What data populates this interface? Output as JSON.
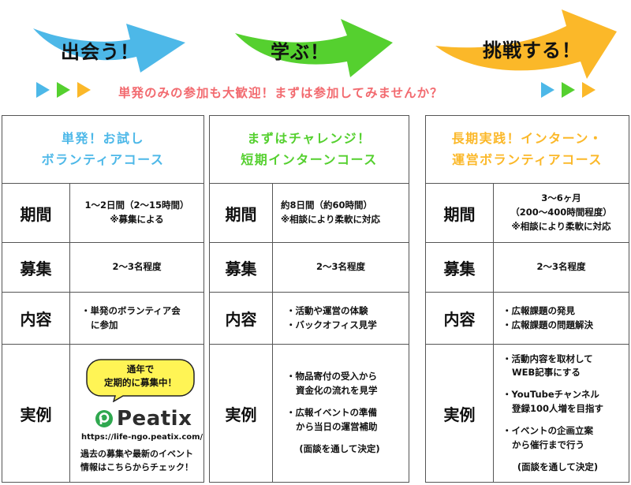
{
  "colors": {
    "blue": "#4db8e8",
    "green": "#55d02f",
    "orange": "#fbb829",
    "pink": "#f26a6f",
    "peatix_green": "#2fa84f"
  },
  "header": {
    "arrows": [
      {
        "label": "出会う！",
        "color": "#4db8e8"
      },
      {
        "label": "学ぶ！",
        "color": "#55d02f"
      },
      {
        "label": "挑戦する！",
        "color": "#fbb829"
      }
    ],
    "tagline": "単発のみの参加も大歓迎！まずは参加してみませんか？"
  },
  "courses": [
    {
      "title_line1": "単発！お試し",
      "title_line2": "ボランティアコース",
      "title_color": "#4db8e8",
      "period_label": "期間",
      "period_line1": "1〜2日間（2〜15時間）",
      "period_line2": "※募集による",
      "recruit_label": "募集",
      "recruit": "2〜3名程度",
      "content_label": "内容",
      "content_line1": "・単発のボランティア会",
      "content_line2": "に参加",
      "example_label": "実例",
      "bubble_line1": "通年で",
      "bubble_line2": "定期的に募集中！",
      "peatix_name": "Peatix",
      "peatix_url": "https://life-ngo.peatix.com/",
      "peatix_note_line1": "過去の募集や最新のイベント",
      "peatix_note_line2": "情報はこちらからチェック！"
    },
    {
      "title_line1": "まずはチャレンジ！",
      "title_line2": "短期インターンコース",
      "title_color": "#55d02f",
      "period_label": "期間",
      "period_line1": "約8日間（約60時間）",
      "period_line2": "※相談により柔軟に対応",
      "recruit_label": "募集",
      "recruit": "2〜3名程度",
      "content_label": "内容",
      "content_line1": "・活動や運営の体験",
      "content_line2": "・バックオフィス見学",
      "example_label": "実例",
      "example_line1": "・物品寄付の受入から",
      "example_line2": "資金化の流れを見学",
      "example_line3": "・広報イベントの準備",
      "example_line4": "から当日の運営補助",
      "example_note": "(面談を通して決定)"
    },
    {
      "title_line1": "長期実践！インターン・",
      "title_line2": "運営ボランティアコース",
      "title_color": "#fbb829",
      "period_label": "期間",
      "period_line1": "3〜6ヶ月",
      "period_line2": "（200〜400時間程度）",
      "period_line3": "※相談により柔軟に対応",
      "recruit_label": "募集",
      "recruit": "2〜3名程度",
      "content_label": "内容",
      "content_line1": "・広報課題の発見",
      "content_line2": "・広報課題の問題解決",
      "example_label": "実例",
      "example_line1": "・活動内容を取材して",
      "example_line2": "WEB記事にする",
      "example_line3": "・YouTubeチャンネル",
      "example_line4": "登録100人増を目指す",
      "example_line5": "・イベントの企画立案",
      "example_line6": "から催行まで行う",
      "example_note": "(面談を通して決定)"
    }
  ]
}
